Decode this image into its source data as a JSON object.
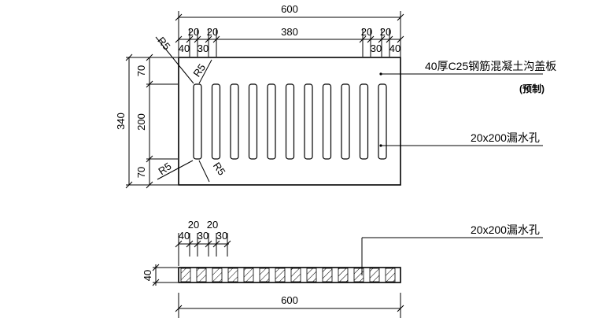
{
  "plan": {
    "overall_width": "600",
    "sub_widths": [
      "20",
      "20",
      "380",
      "20",
      "20"
    ],
    "edge_dims": [
      "40",
      "30",
      "30",
      "40"
    ],
    "overall_height": "340",
    "heights": [
      "70",
      "200",
      "70"
    ],
    "radius_labels": [
      "R5",
      "R5",
      "R5",
      "R5"
    ],
    "slot_count": 11
  },
  "notes": {
    "cover_label": "40厚C25钢筋混凝土沟盖板",
    "precast_label": "(预制)",
    "hole_label": "20x200漏水孔"
  },
  "section": {
    "top_dims_row1": [
      "20",
      "20"
    ],
    "top_dims_row2": [
      "40",
      "30",
      "30"
    ],
    "thickness": "40",
    "overall_width": "600",
    "hole_label": "20x200漏水孔",
    "cell_count": 14
  },
  "colors": {
    "line": "#000000",
    "background": "#ffffff"
  }
}
